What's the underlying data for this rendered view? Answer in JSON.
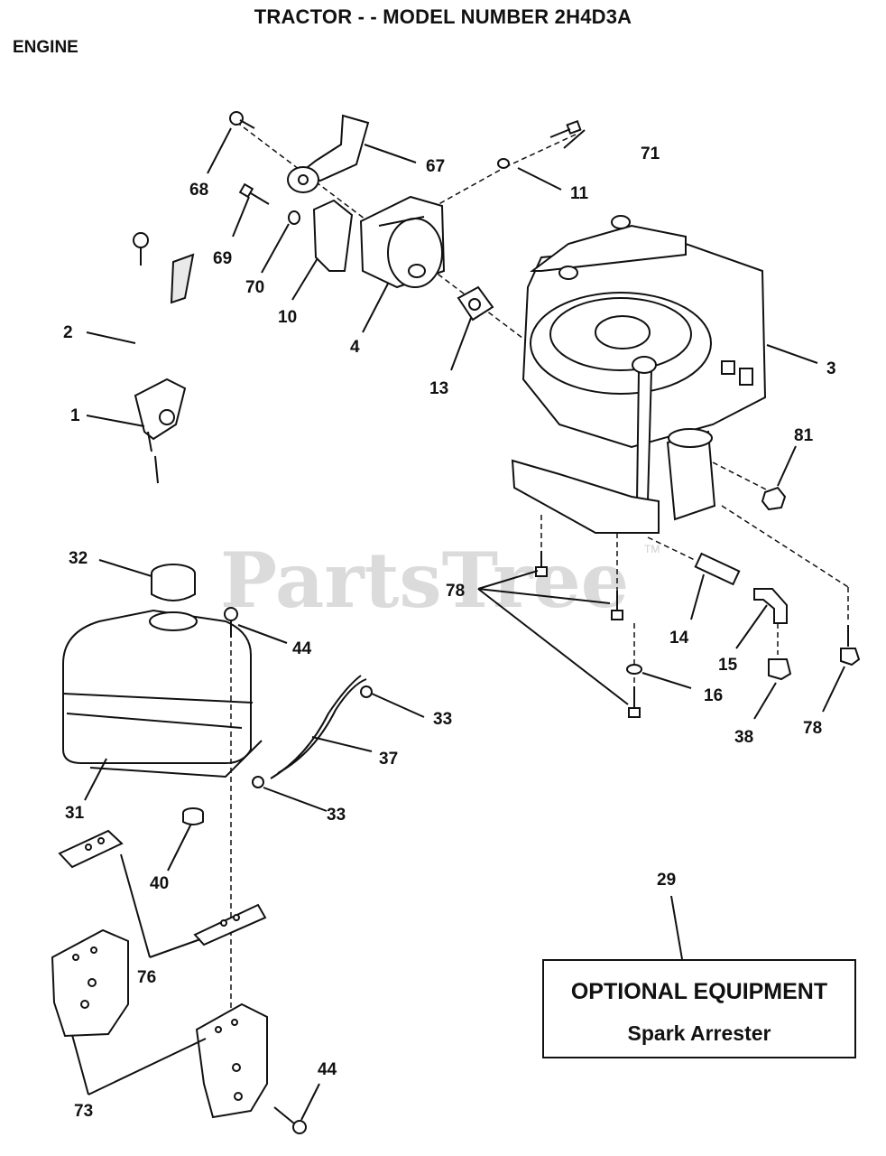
{
  "header": {
    "title": "TRACTOR - - MODEL NUMBER 2H4D3A",
    "section": "ENGINE"
  },
  "watermark": {
    "text": "PartsTree",
    "trademark": "TM"
  },
  "callouts": {
    "c1": "1",
    "c2": "2",
    "c3": "3",
    "c4": "4",
    "c10": "10",
    "c11": "11",
    "c13": "13",
    "c14": "14",
    "c15": "15",
    "c16": "16",
    "c29": "29",
    "c31": "31",
    "c32": "32",
    "c33a": "33",
    "c33b": "33",
    "c37": "37",
    "c38": "38",
    "c40": "40",
    "c44a": "44",
    "c44b": "44",
    "c67": "67",
    "c68": "68",
    "c69": "69",
    "c70": "70",
    "c71": "71",
    "c73": "73",
    "c76": "76",
    "c78a": "78",
    "c78b": "78",
    "c81": "81"
  },
  "optional_box": {
    "title": "OPTIONAL EQUIPMENT",
    "subtitle": "Spark Arrester"
  }
}
